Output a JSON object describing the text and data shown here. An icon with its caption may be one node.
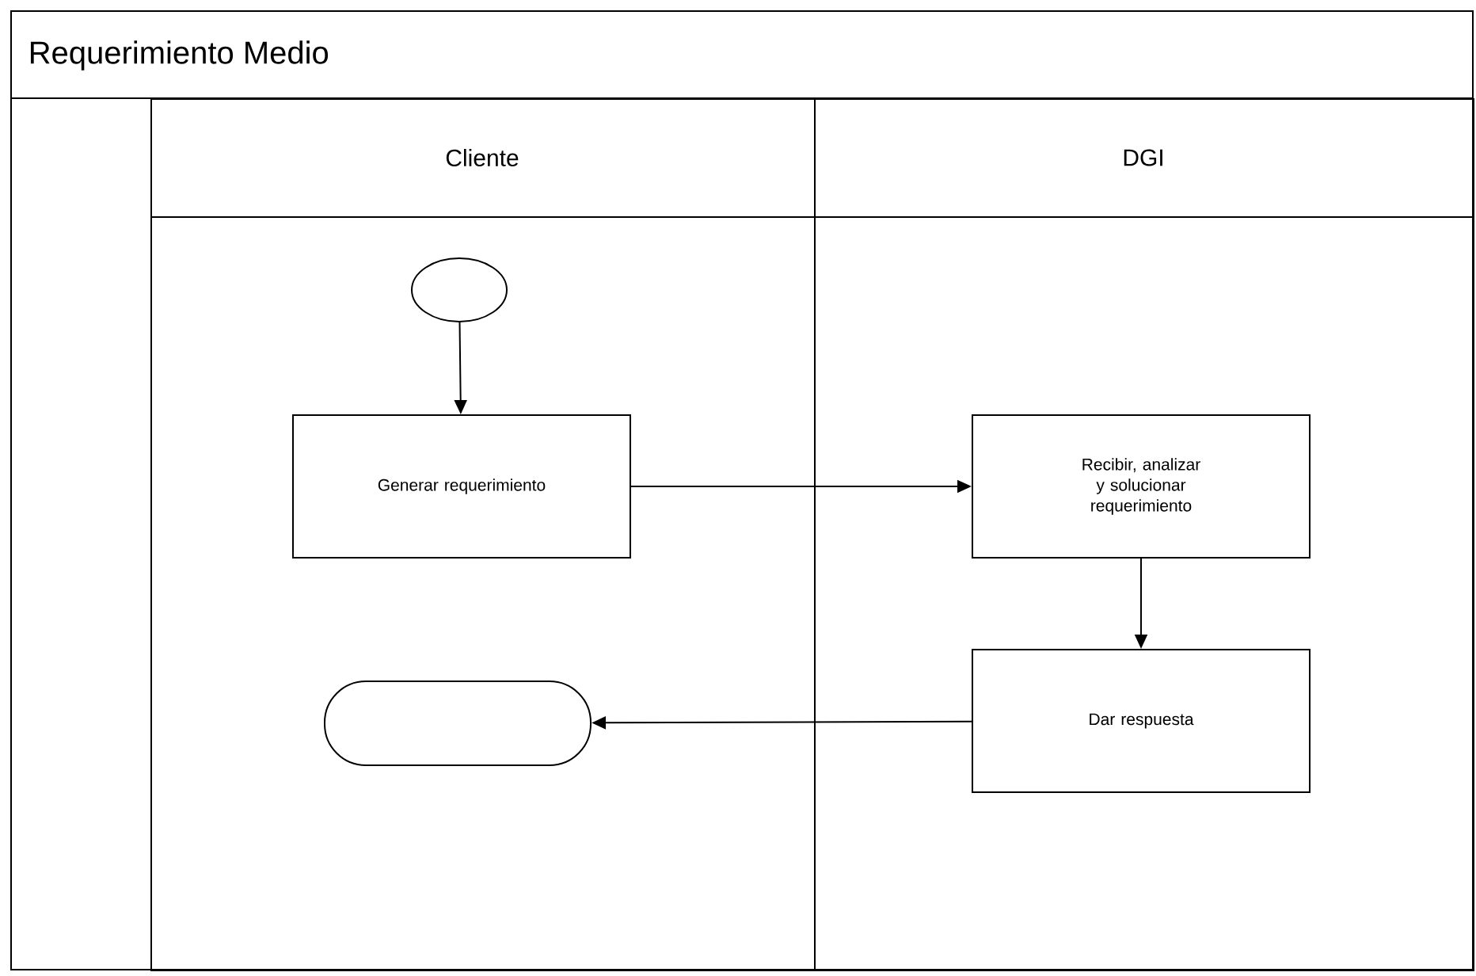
{
  "diagram": {
    "title": "Requerimiento Medio",
    "nodes": [
      {
        "text": [
          "Cliente"
        ]
      },
      {
        "text": [
          "DGI"
        ]
      },
      {
        "text": [],
        "shape": "circle",
        "in": 0
      },
      {
        "text": [
          "Generar requerimiento"
        ],
        "in": 0
      },
      {
        "text": [
          "Recibir, analizar y solucionar requerimiento"
        ],
        "in": 1
      },
      {
        "text": [
          "Dar respuesta"
        ],
        "in": 1
      },
      {
        "text": [],
        "shape": "oval",
        "in": 0
      }
    ],
    "edges": [
      {
        "from": 2,
        "to": 3,
        "arrow": "to"
      },
      {
        "from": 3,
        "to": 4,
        "arrow": "to"
      },
      {
        "from": 4,
        "to": 5,
        "arrow": "to"
      },
      {
        "from": 5,
        "to": 6,
        "arrow": "to"
      }
    ]
  }
}
